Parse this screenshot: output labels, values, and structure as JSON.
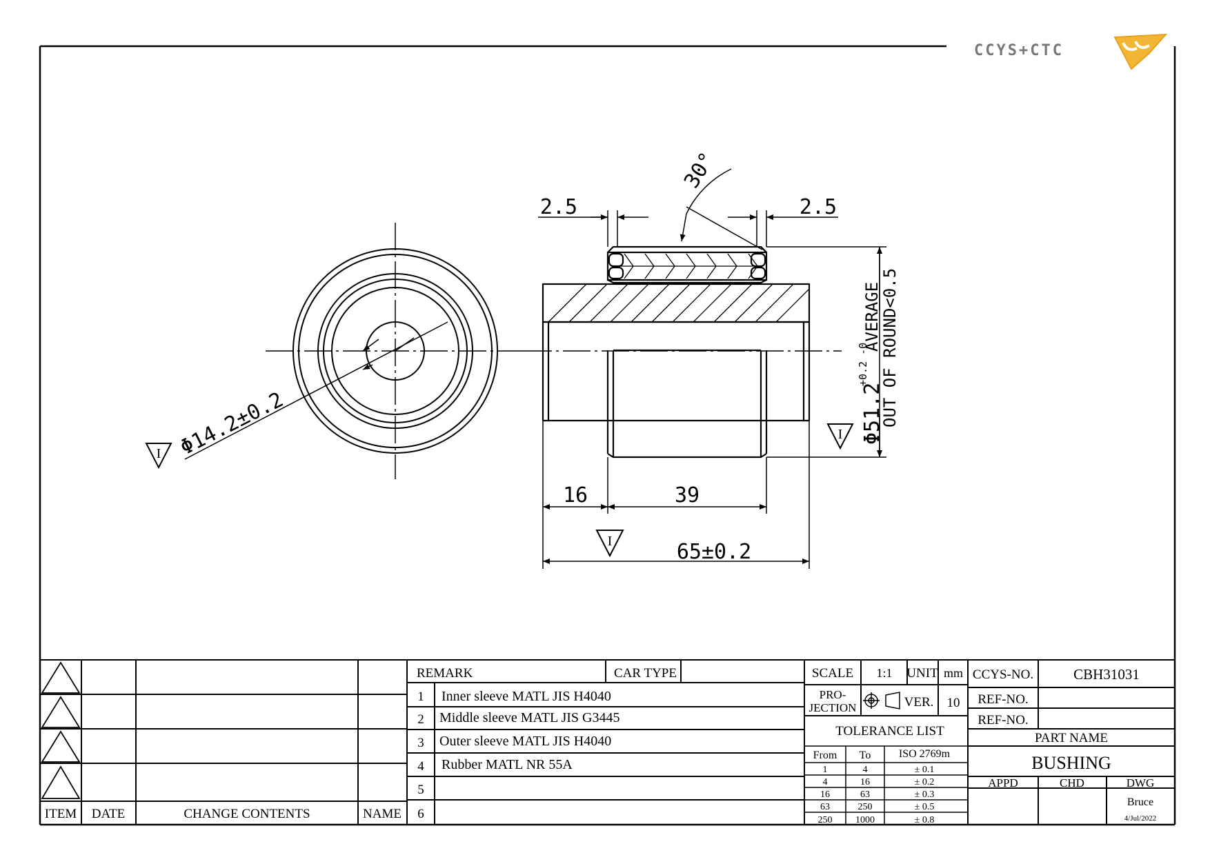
{
  "logo": {
    "text": "CCYS+CTC"
  },
  "dims": {
    "d_left_chamfer": "2.5",
    "d_right_chamfer": "2.5",
    "angle": "30°",
    "inner_dia": "Φ14.2±0.2",
    "outer_dia_main": "Φ51.2",
    "outer_dia_tol": "+0.2 -0",
    "average": "AVERAGE",
    "out_of_round": "OUT OF ROUND<0.5",
    "d16": "16",
    "d39": "39",
    "overall": "65±0.2",
    "inspect_mark": "I"
  },
  "revision_table": {
    "headers": [
      "ITEM",
      "DATE",
      "CHANGE CONTENTS",
      "NAME"
    ]
  },
  "remark_table": {
    "remark_label": "REMARK",
    "car_type_label": "CAR TYPE",
    "rows": [
      {
        "no": "1",
        "text": "Inner sleeve MATL JIS H4040"
      },
      {
        "no": "2",
        "text": "Middle sleeve MATL JIS G3445"
      },
      {
        "no": "3",
        "text": "Outer sleeve MATL JIS H4040"
      },
      {
        "no": "4",
        "text": "Rubber MATL NR 55A"
      },
      {
        "no": "5",
        "text": ""
      },
      {
        "no": "6",
        "text": ""
      }
    ]
  },
  "title_block": {
    "scale_label": "SCALE",
    "scale_value": "1:1",
    "unit_label": "UNIT",
    "unit_value": "mm",
    "projection_label_1": "PRO-",
    "projection_label_2": "JECTION",
    "ver_label": "VER.",
    "ver_value": "10",
    "tolerance_title": "TOLERANCE LIST",
    "tol_headers": [
      "From",
      "To",
      "ISO 2769m"
    ],
    "tol_rows": [
      [
        "1",
        "4",
        "± 0.1"
      ],
      [
        "4",
        "16",
        "± 0.2"
      ],
      [
        "16",
        "63",
        "± 0.3"
      ],
      [
        "63",
        "250",
        "± 0.5"
      ],
      [
        "250",
        "1000",
        "± 0.8"
      ]
    ],
    "ccys_no_label": "CCYS-NO.",
    "ccys_no_value": "CBH31031",
    "ref_no_label_1": "REF-NO.",
    "ref_no_label_2": "REF-NO.",
    "part_name_label": "PART NAME",
    "part_name_value": "BUSHING",
    "appd_label": "APPD",
    "chd_label": "CHD",
    "dwg_label": "DWG",
    "dwg_name": "Bruce",
    "dwg_date": "4/Jul/2022"
  }
}
